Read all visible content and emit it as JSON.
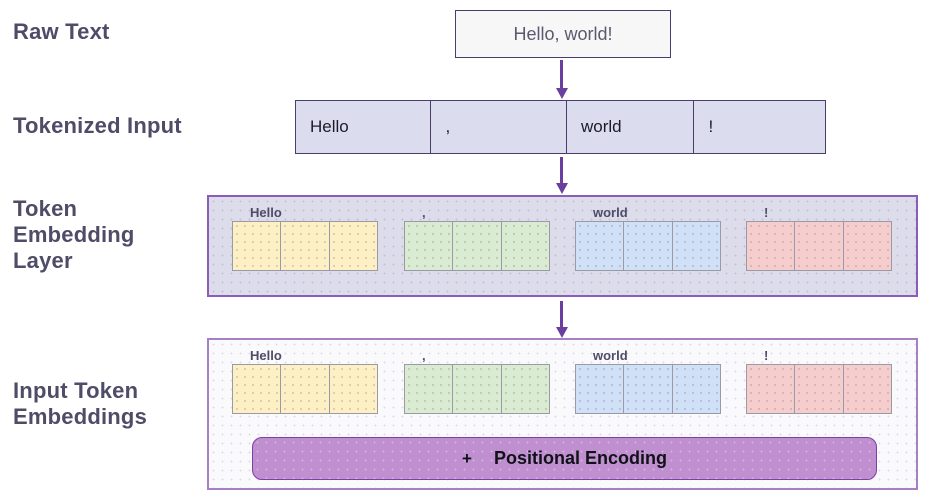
{
  "rows": {
    "raw_text_label": "Raw Text",
    "tokenized_label": "Tokenized Input",
    "token_embedding_label": "Token Embedding Layer",
    "input_embedding_label": "Input Token Embeddings"
  },
  "raw_text": {
    "value": "Hello, world!"
  },
  "tokenized": {
    "tokens": [
      "Hello",
      ",",
      "world",
      "!"
    ]
  },
  "token_embedding_layer": {
    "groups": [
      {
        "token": "Hello",
        "color": "#fcf0c4",
        "cells": 3
      },
      {
        "token": ",",
        "color": "#d9ecd2",
        "cells": 3
      },
      {
        "token": "world",
        "color": "#cfe0f7",
        "cells": 3
      },
      {
        "token": "!",
        "color": "#f6cdcd",
        "cells": 3
      }
    ]
  },
  "input_token_embeddings": {
    "groups": [
      {
        "token": "Hello",
        "color": "#fcf0c4",
        "cells": 3
      },
      {
        "token": ",",
        "color": "#d9ecd2",
        "cells": 3
      },
      {
        "token": "world",
        "color": "#cfe0f7",
        "cells": 3
      },
      {
        "token": "!",
        "color": "#f6cdcd",
        "cells": 3
      }
    ],
    "positional_encoding": {
      "plus": "+",
      "label": "Positional Encoding"
    }
  },
  "colors": {
    "accent_purple": "#6b3fa0",
    "container_border": "#8b5cb8",
    "label_text": "#4f4c68",
    "tokenized_fill": "#dcdcef",
    "pe_fill": "#bf8fd0"
  }
}
